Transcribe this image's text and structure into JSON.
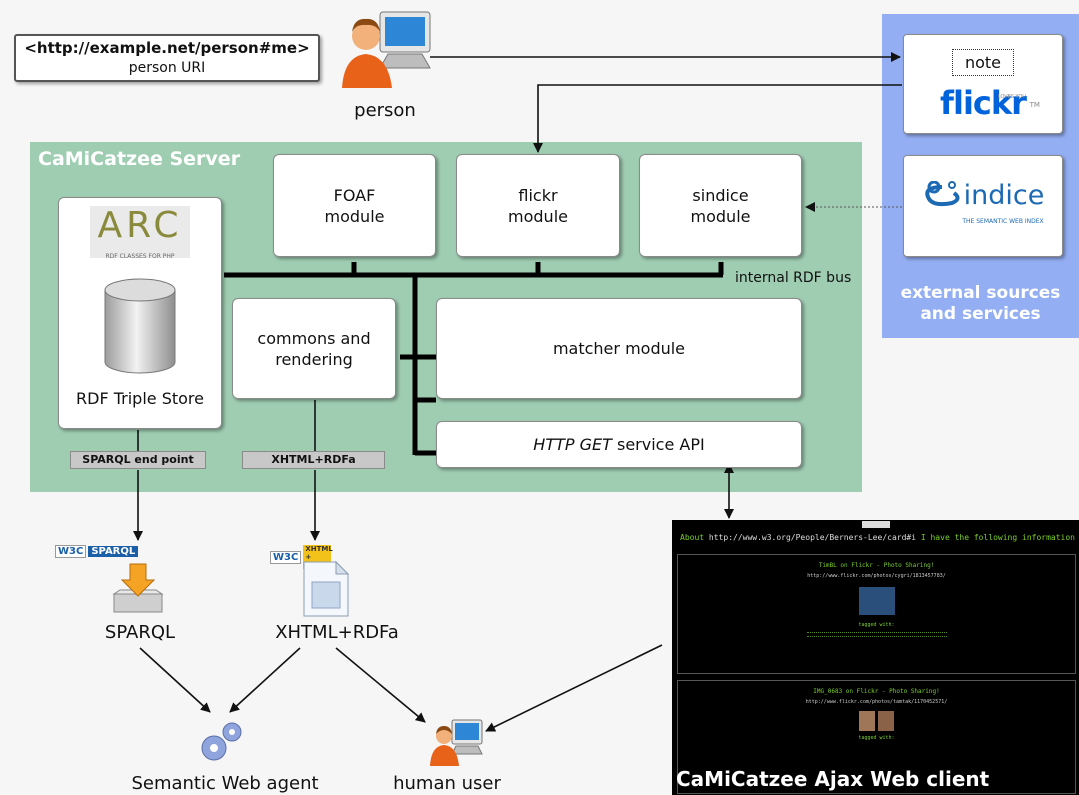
{
  "person_uri": {
    "uri": "<http://example.net/person#me>",
    "caption": "person URI"
  },
  "person": {
    "label": "person"
  },
  "server": {
    "title": "CaMiCatzee Server"
  },
  "modules": {
    "foaf": [
      "FOAF",
      "module"
    ],
    "flickr": [
      "flickr",
      "module"
    ],
    "sindice": [
      "sindice",
      "module"
    ],
    "commons": [
      "commons and",
      "rendering"
    ],
    "matcher": "matcher module",
    "api_italic": "HTTP GET",
    "api_rest": " service API"
  },
  "bus_label": "internal RDF bus",
  "store": {
    "logo": "ARC",
    "logo_sub": "RDF CLASSES FOR PHP",
    "label": "RDF Triple Store"
  },
  "tags": {
    "sparql": "SPARQL end point",
    "xhtml": "XHTML+RDFa"
  },
  "external": {
    "note": "note",
    "flickr_logo": "flickr",
    "flickr_tm": "TM",
    "flickr_tagline": "LOVES YOU",
    "sindice_logo": "indice",
    "sindice_tagline": "THE SEMANTIC WEB INDEX",
    "label_line1": "external sources",
    "label_line2": "and services"
  },
  "outputs": {
    "w3c": "W3C",
    "sparql_badge": "SPARQL",
    "xhtml_badge": "XHTML + RDFa",
    "sparql": "SPARQL",
    "xhtml": "XHTML+RDFa"
  },
  "consumers": {
    "agent": "Semantic Web agent",
    "human": "human user"
  },
  "client": {
    "title": "CaMiCatzee Ajax Web client",
    "about_prefix": "About",
    "about_uri": "http://www.w3.org/People/Berners-Lee/card#i",
    "about_suffix": "I have the following information",
    "card1_title": "TimBL on Flickr - Photo Sharing!",
    "card1_url": "http://www.flickr.com/photos/cygri/1813457783/",
    "card2_title": "IMG_0683 on Flickr - Photo Sharing!",
    "card2_url": "http://www.flickr.com/photos/tamtak/1170452571/",
    "tagged": "tagged with:"
  },
  "colors": {
    "server": "#9fcdb2",
    "external": "#93aef2",
    "client": "#000000",
    "accent_green": "#7acf2c"
  }
}
